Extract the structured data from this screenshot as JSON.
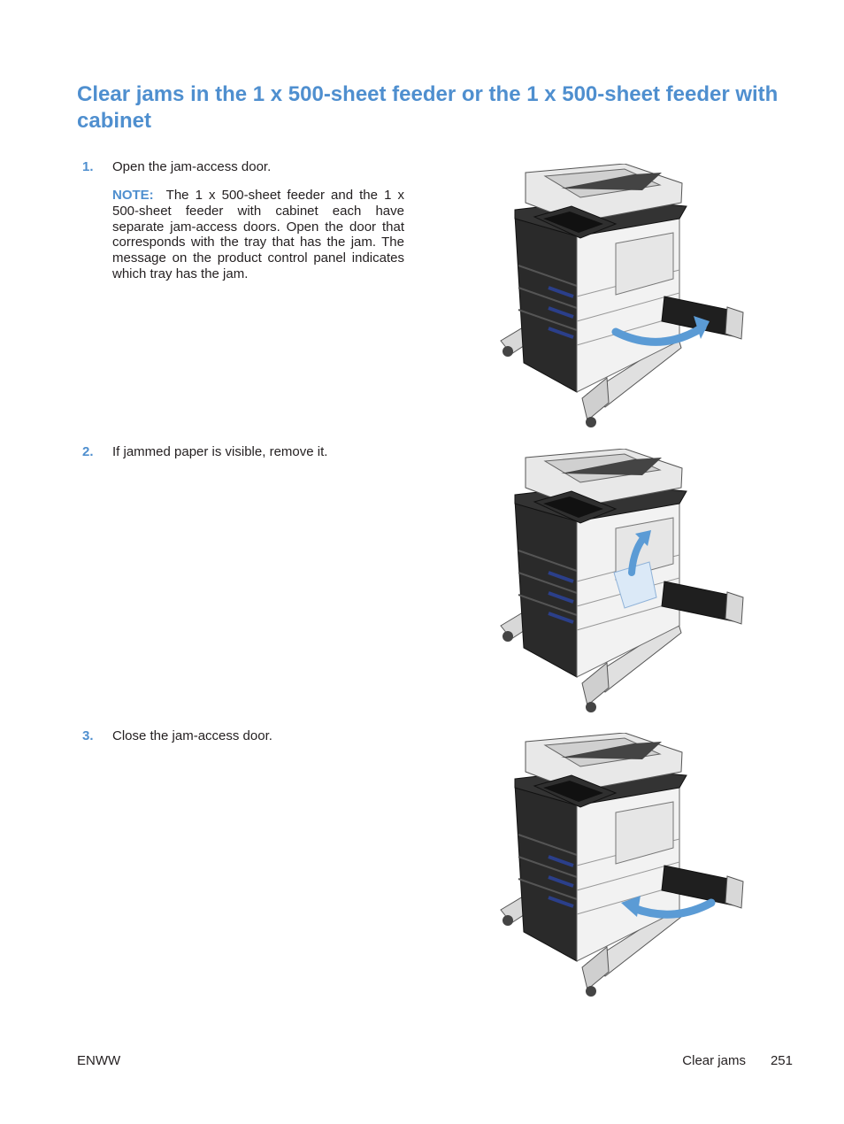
{
  "page": {
    "title": "Clear jams in the 1 x 500-sheet feeder or the 1 x 500-sheet feeder with cabinet",
    "steps": [
      {
        "number": "1.",
        "text": "Open the jam-access door.",
        "note_label": "NOTE:",
        "note_text": "The 1 x 500-sheet feeder and the 1 x 500-sheet feeder with cabinet each have separate jam-access doors. Open the door that corresponds with the tray that has the jam. The message on the product control panel indicates which tray has the jam."
      },
      {
        "number": "2.",
        "text": "If jammed paper is visible, remove it."
      },
      {
        "number": "3.",
        "text": "Close the jam-access door."
      }
    ]
  },
  "footer": {
    "left": "ENWW",
    "section": "Clear jams",
    "page_number": "251"
  },
  "colors": {
    "accent": "#4f8fcf",
    "text": "#231f20",
    "arrow": "#5b9bd5"
  }
}
